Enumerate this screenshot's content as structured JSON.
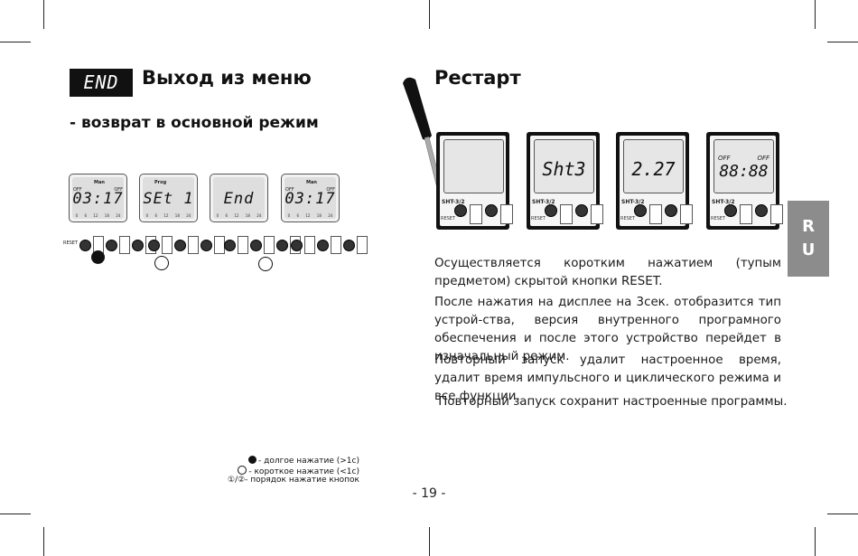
{
  "left": {
    "badge": "END",
    "title": "Выход из меню",
    "subtitle": "- возврат в основной режим",
    "devices": [
      {
        "display": "03:17",
        "off_left": "OFF",
        "off_right": "OFF",
        "mode": "Man"
      },
      {
        "display": "SEt 1",
        "mode": "Prog"
      },
      {
        "display": "End"
      },
      {
        "display": "03:17",
        "off_left": "OFF",
        "off_right": "OFF",
        "mode": "Man"
      }
    ],
    "reset_label": "RESET",
    "scale": [
      "0",
      "6",
      "12",
      "18",
      "24"
    ],
    "legend": {
      "long": "- долгое нажатие (>1с)",
      "short": "- короткое нажатие (<1с)",
      "order_icons": "①/②",
      "order": "- порядок нажатие кнопок"
    }
  },
  "right": {
    "title": "Рестарт",
    "devices": [
      {
        "display": "",
        "model": "SHT-3/2"
      },
      {
        "display": "Sht3",
        "model": "SHT-3/2"
      },
      {
        "display": "2.27",
        "model": "SHT-3/2"
      },
      {
        "display": "88:88",
        "model": "SHT-3/2",
        "off_left": "OFF",
        "off_right": "OFF"
      }
    ],
    "paragraphs": [
      "Осуществляется коротким нажатием (тупым предметом) скрытой кнопки RESET.",
      "После нажатия на дисплее на 3сек. отобразится тип устрой-ства, версия внутренного програмного обеспечения и после этого устройство перейдет в изначальный режим.",
      "Повторный запуск удалит настроенное время, удалит время импульсного и циклического режима и все функции.",
      " Повторный запуск сохранит настроенные программы."
    ]
  },
  "lang_tab": [
    "R",
    "U"
  ],
  "page_number": "- 19 -"
}
